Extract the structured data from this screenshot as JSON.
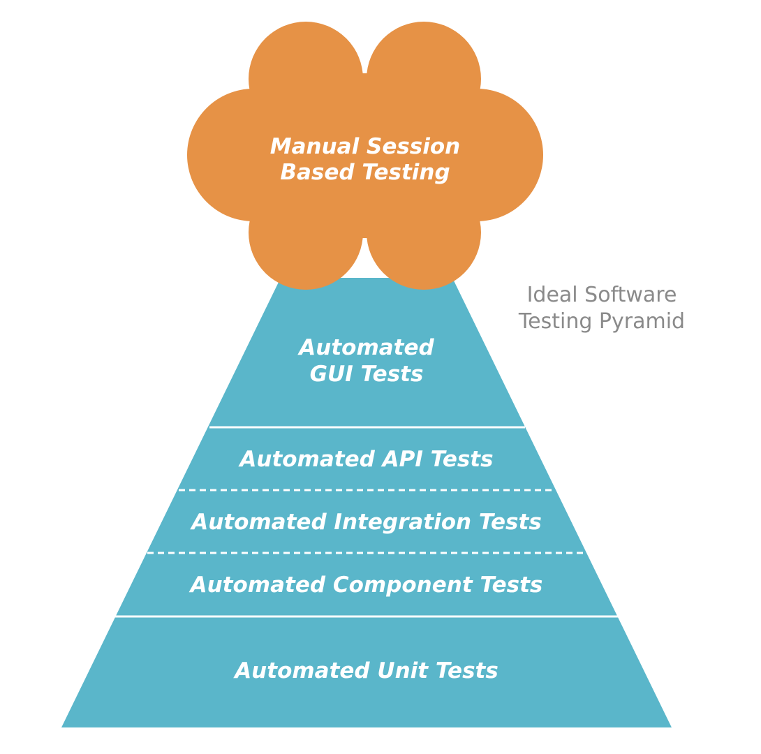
{
  "colors": {
    "pyramid": "#5ab6ca",
    "cloud": "#e69246",
    "separator": "#ffffff",
    "label": "#ffffff",
    "caption": "#8a8a8a"
  },
  "cloud": {
    "label_line1": "Manual Session",
    "label_line2": "Based Testing"
  },
  "caption": {
    "line1": "Ideal Software",
    "line2": "Testing Pyramid"
  },
  "layers": {
    "gui_line1": "Automated",
    "gui_line2": "GUI Tests",
    "api": "Automated API Tests",
    "integration": "Automated Integration Tests",
    "component": "Automated Component Tests",
    "unit": "Automated Unit Tests"
  }
}
